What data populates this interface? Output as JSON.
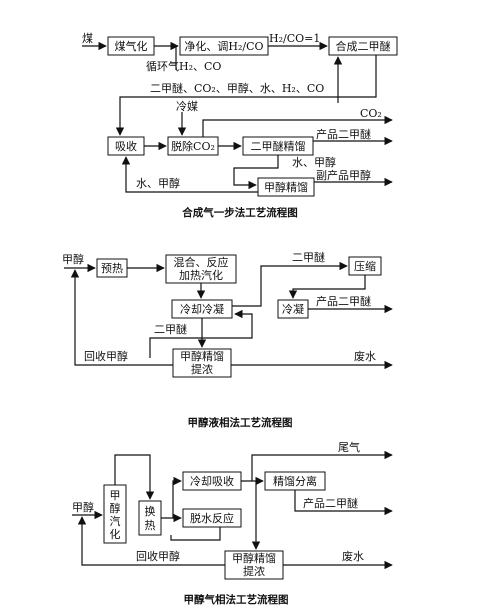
{
  "diagram1": {
    "title": "合成气一步法工艺流程图",
    "boxes": {
      "gasify": "煤气化",
      "purify": "净化、调H₂/CO",
      "synthesis": "合成二甲醚",
      "absorb": "吸收",
      "decarb": "脱除CO₂",
      "dme_distill": "二甲醚精馏",
      "meoh_distill": "甲醇精馏"
    },
    "labels": {
      "coal": "煤",
      "ratio": "H₂/CO=1",
      "recycle": "循环气H₂、CO",
      "mixture": "二甲醚、CO₂、甲醇、水、H₂、CO",
      "coolant": "冷媒",
      "co2": "CO₂",
      "product_dme": "产品二甲醚",
      "water_meoh_1": "水、甲醇",
      "water_meoh_2": "水、甲醇",
      "byproduct": "副产品甲醇"
    }
  },
  "diagram2": {
    "title": "甲醇液相法工艺流程图",
    "boxes": {
      "preheat": "预热",
      "mix_line1": "混合、反应",
      "mix_line2": "加热汽化",
      "cool": "冷却冷凝",
      "compress": "压缩",
      "condense": "冷凝",
      "distill_line1": "甲醇精馏",
      "distill_line2": "提浓"
    },
    "labels": {
      "methanol": "甲醇",
      "dme_top": "二甲醚",
      "product_dme": "产品二甲醚",
      "dme_mid": "二甲醚",
      "recycle": "回收甲醇",
      "wastewater": "废水"
    }
  },
  "diagram3": {
    "title": "甲醇气相法工艺流程图",
    "boxes": {
      "vaporize": [
        "甲",
        "醇",
        "汽",
        "化"
      ],
      "heat_exchange": [
        "换",
        "热"
      ],
      "cool_absorb": "冷却吸收",
      "dehydrate": "脱水反应",
      "separate": "精馏分离",
      "distill_line1": "甲醇精馏",
      "distill_line2": "提浓"
    },
    "labels": {
      "methanol": "甲醇",
      "tail_gas": "尾气",
      "product_dme": "产品二甲醚",
      "recycle": "回收甲醇",
      "wastewater": "废水"
    }
  }
}
